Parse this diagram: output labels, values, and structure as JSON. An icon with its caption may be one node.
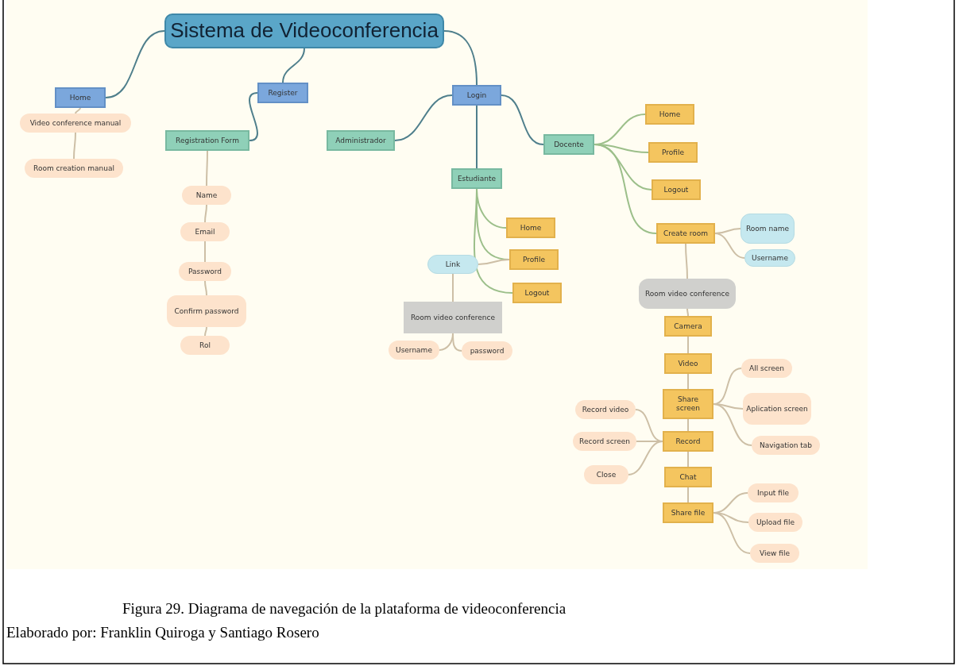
{
  "diagram": {
    "caption": "Figura 29. Diagrama de navegación de la plataforma de videoconferencia",
    "nodes": [
      {
        "text": [
          "Sistema de Videoconferencia"
        ]
      },
      {
        "text": [
          "Home"
        ]
      },
      {
        "text": [
          "Video conference manual"
        ]
      },
      {
        "text": [
          "Room creation manual"
        ]
      },
      {
        "text": [
          "Register"
        ]
      },
      {
        "text": [
          "Registration Form"
        ]
      },
      {
        "text": [
          "Name"
        ]
      },
      {
        "text": [
          "Email"
        ]
      },
      {
        "text": [
          "Password"
        ]
      },
      {
        "text": [
          "Confirm password"
        ]
      },
      {
        "text": [
          "Rol"
        ]
      },
      {
        "text": [
          "Login"
        ]
      },
      {
        "text": [
          "Administrador"
        ]
      },
      {
        "text": [
          "Estudiante"
        ]
      },
      {
        "text": [
          "Home"
        ]
      },
      {
        "text": [
          "Profile"
        ]
      },
      {
        "text": [
          "Logout"
        ]
      },
      {
        "text": [
          "Link"
        ]
      },
      {
        "text": [
          "Room video conference"
        ]
      },
      {
        "text": [
          "Username"
        ]
      },
      {
        "text": [
          "password"
        ]
      },
      {
        "text": [
          "Docente"
        ]
      },
      {
        "text": [
          "Home"
        ]
      },
      {
        "text": [
          "Profile"
        ]
      },
      {
        "text": [
          "Logout"
        ]
      },
      {
        "text": [
          "Create room"
        ]
      },
      {
        "text": [
          "Room name"
        ]
      },
      {
        "text": [
          "Username"
        ]
      },
      {
        "text": [
          "Room video conference"
        ]
      },
      {
        "text": [
          "Camera"
        ]
      },
      {
        "text": [
          "Video"
        ]
      },
      {
        "text": [
          "All screen"
        ]
      },
      {
        "text": [
          "Share screen"
        ]
      },
      {
        "text": [
          "Aplication screen"
        ]
      },
      {
        "text": [
          "Record video"
        ]
      },
      {
        "text": [
          "Record screen"
        ]
      },
      {
        "text": [
          "Record"
        ]
      },
      {
        "text": [
          "Navigation tab"
        ]
      },
      {
        "text": [
          "Close"
        ]
      },
      {
        "text": [
          "Chat"
        ]
      },
      {
        "text": [
          "Input file"
        ]
      },
      {
        "text": [
          "Share file"
        ]
      },
      {
        "text": [
          "Upload file"
        ]
      },
      {
        "text": [
          "View file"
        ]
      }
    ],
    "edges": [
      {
        "from": 0,
        "to": 1,
        "arrow": "none",
        "color": "#4f7f8c"
      },
      {
        "from": 1,
        "to": 2,
        "arrow": "none"
      },
      {
        "from": 2,
        "to": 3,
        "arrow": "none"
      },
      {
        "from": 0,
        "to": 4,
        "arrow": "none",
        "color": "#4f7f8c"
      },
      {
        "from": 4,
        "to": 5,
        "arrow": "none",
        "color": "#4f7f8c"
      },
      {
        "from": 5,
        "to": 6,
        "arrow": "none"
      },
      {
        "from": 6,
        "to": 7,
        "arrow": "none"
      },
      {
        "from": 7,
        "to": 8,
        "arrow": "none"
      },
      {
        "from": 8,
        "to": 9,
        "arrow": "none"
      },
      {
        "from": 9,
        "to": 10,
        "arrow": "none"
      },
      {
        "from": 0,
        "to": 11,
        "arrow": "none",
        "color": "#4f7f8c"
      },
      {
        "from": 11,
        "to": 12,
        "arrow": "none",
        "color": "#4f7f8c"
      },
      {
        "from": 11,
        "to": 13,
        "arrow": "none",
        "color": "#4f7f8c"
      },
      {
        "from": 13,
        "to": 14,
        "arrow": "none",
        "color": "#9cbf8a"
      },
      {
        "from": 13,
        "to": 15,
        "arrow": "none",
        "color": "#9cbf8a"
      },
      {
        "from": 13,
        "to": 16,
        "arrow": "none",
        "color": "#9cbf8a"
      },
      {
        "from": 15,
        "to": 17,
        "arrow": "none"
      },
      {
        "from": 17,
        "to": 18,
        "arrow": "none"
      },
      {
        "from": 18,
        "to": 19,
        "arrow": "none"
      },
      {
        "from": 18,
        "to": 20,
        "arrow": "none"
      },
      {
        "from": 11,
        "to": 21,
        "arrow": "none",
        "color": "#4f7f8c"
      },
      {
        "from": 21,
        "to": 22,
        "arrow": "none",
        "color": "#9cbf8a"
      },
      {
        "from": 21,
        "to": 23,
        "arrow": "none",
        "color": "#9cbf8a"
      },
      {
        "from": 21,
        "to": 24,
        "arrow": "none",
        "color": "#9cbf8a"
      },
      {
        "from": 21,
        "to": 25,
        "arrow": "none",
        "color": "#9cbf8a"
      },
      {
        "from": 25,
        "to": 26,
        "arrow": "none"
      },
      {
        "from": 25,
        "to": 27,
        "arrow": "none"
      },
      {
        "from": 25,
        "to": 28,
        "arrow": "none"
      },
      {
        "from": 28,
        "to": 29,
        "arrow": "none"
      },
      {
        "from": 29,
        "to": 30,
        "arrow": "none"
      },
      {
        "from": 30,
        "to": 32,
        "arrow": "none"
      },
      {
        "from": 32,
        "to": 31,
        "arrow": "none"
      },
      {
        "from": 32,
        "to": 33,
        "arrow": "none"
      },
      {
        "from": 32,
        "to": 37,
        "arrow": "none"
      },
      {
        "from": 32,
        "to": 36,
        "arrow": "none"
      },
      {
        "from": 36,
        "to": 34,
        "arrow": "none"
      },
      {
        "from": 36,
        "to": 35,
        "arrow": "none"
      },
      {
        "from": 36,
        "to": 38,
        "arrow": "none"
      },
      {
        "from": 36,
        "to": 39,
        "arrow": "none"
      },
      {
        "from": 39,
        "to": 41,
        "arrow": "none"
      },
      {
        "from": 41,
        "to": 40,
        "arrow": "none"
      },
      {
        "from": 41,
        "to": 42,
        "arrow": "none"
      },
      {
        "from": 41,
        "to": 43,
        "arrow": "none"
      }
    ],
    "labels": [
      "Elaborado por: Franklin Quiroga y Santiago Rosero"
    ]
  }
}
